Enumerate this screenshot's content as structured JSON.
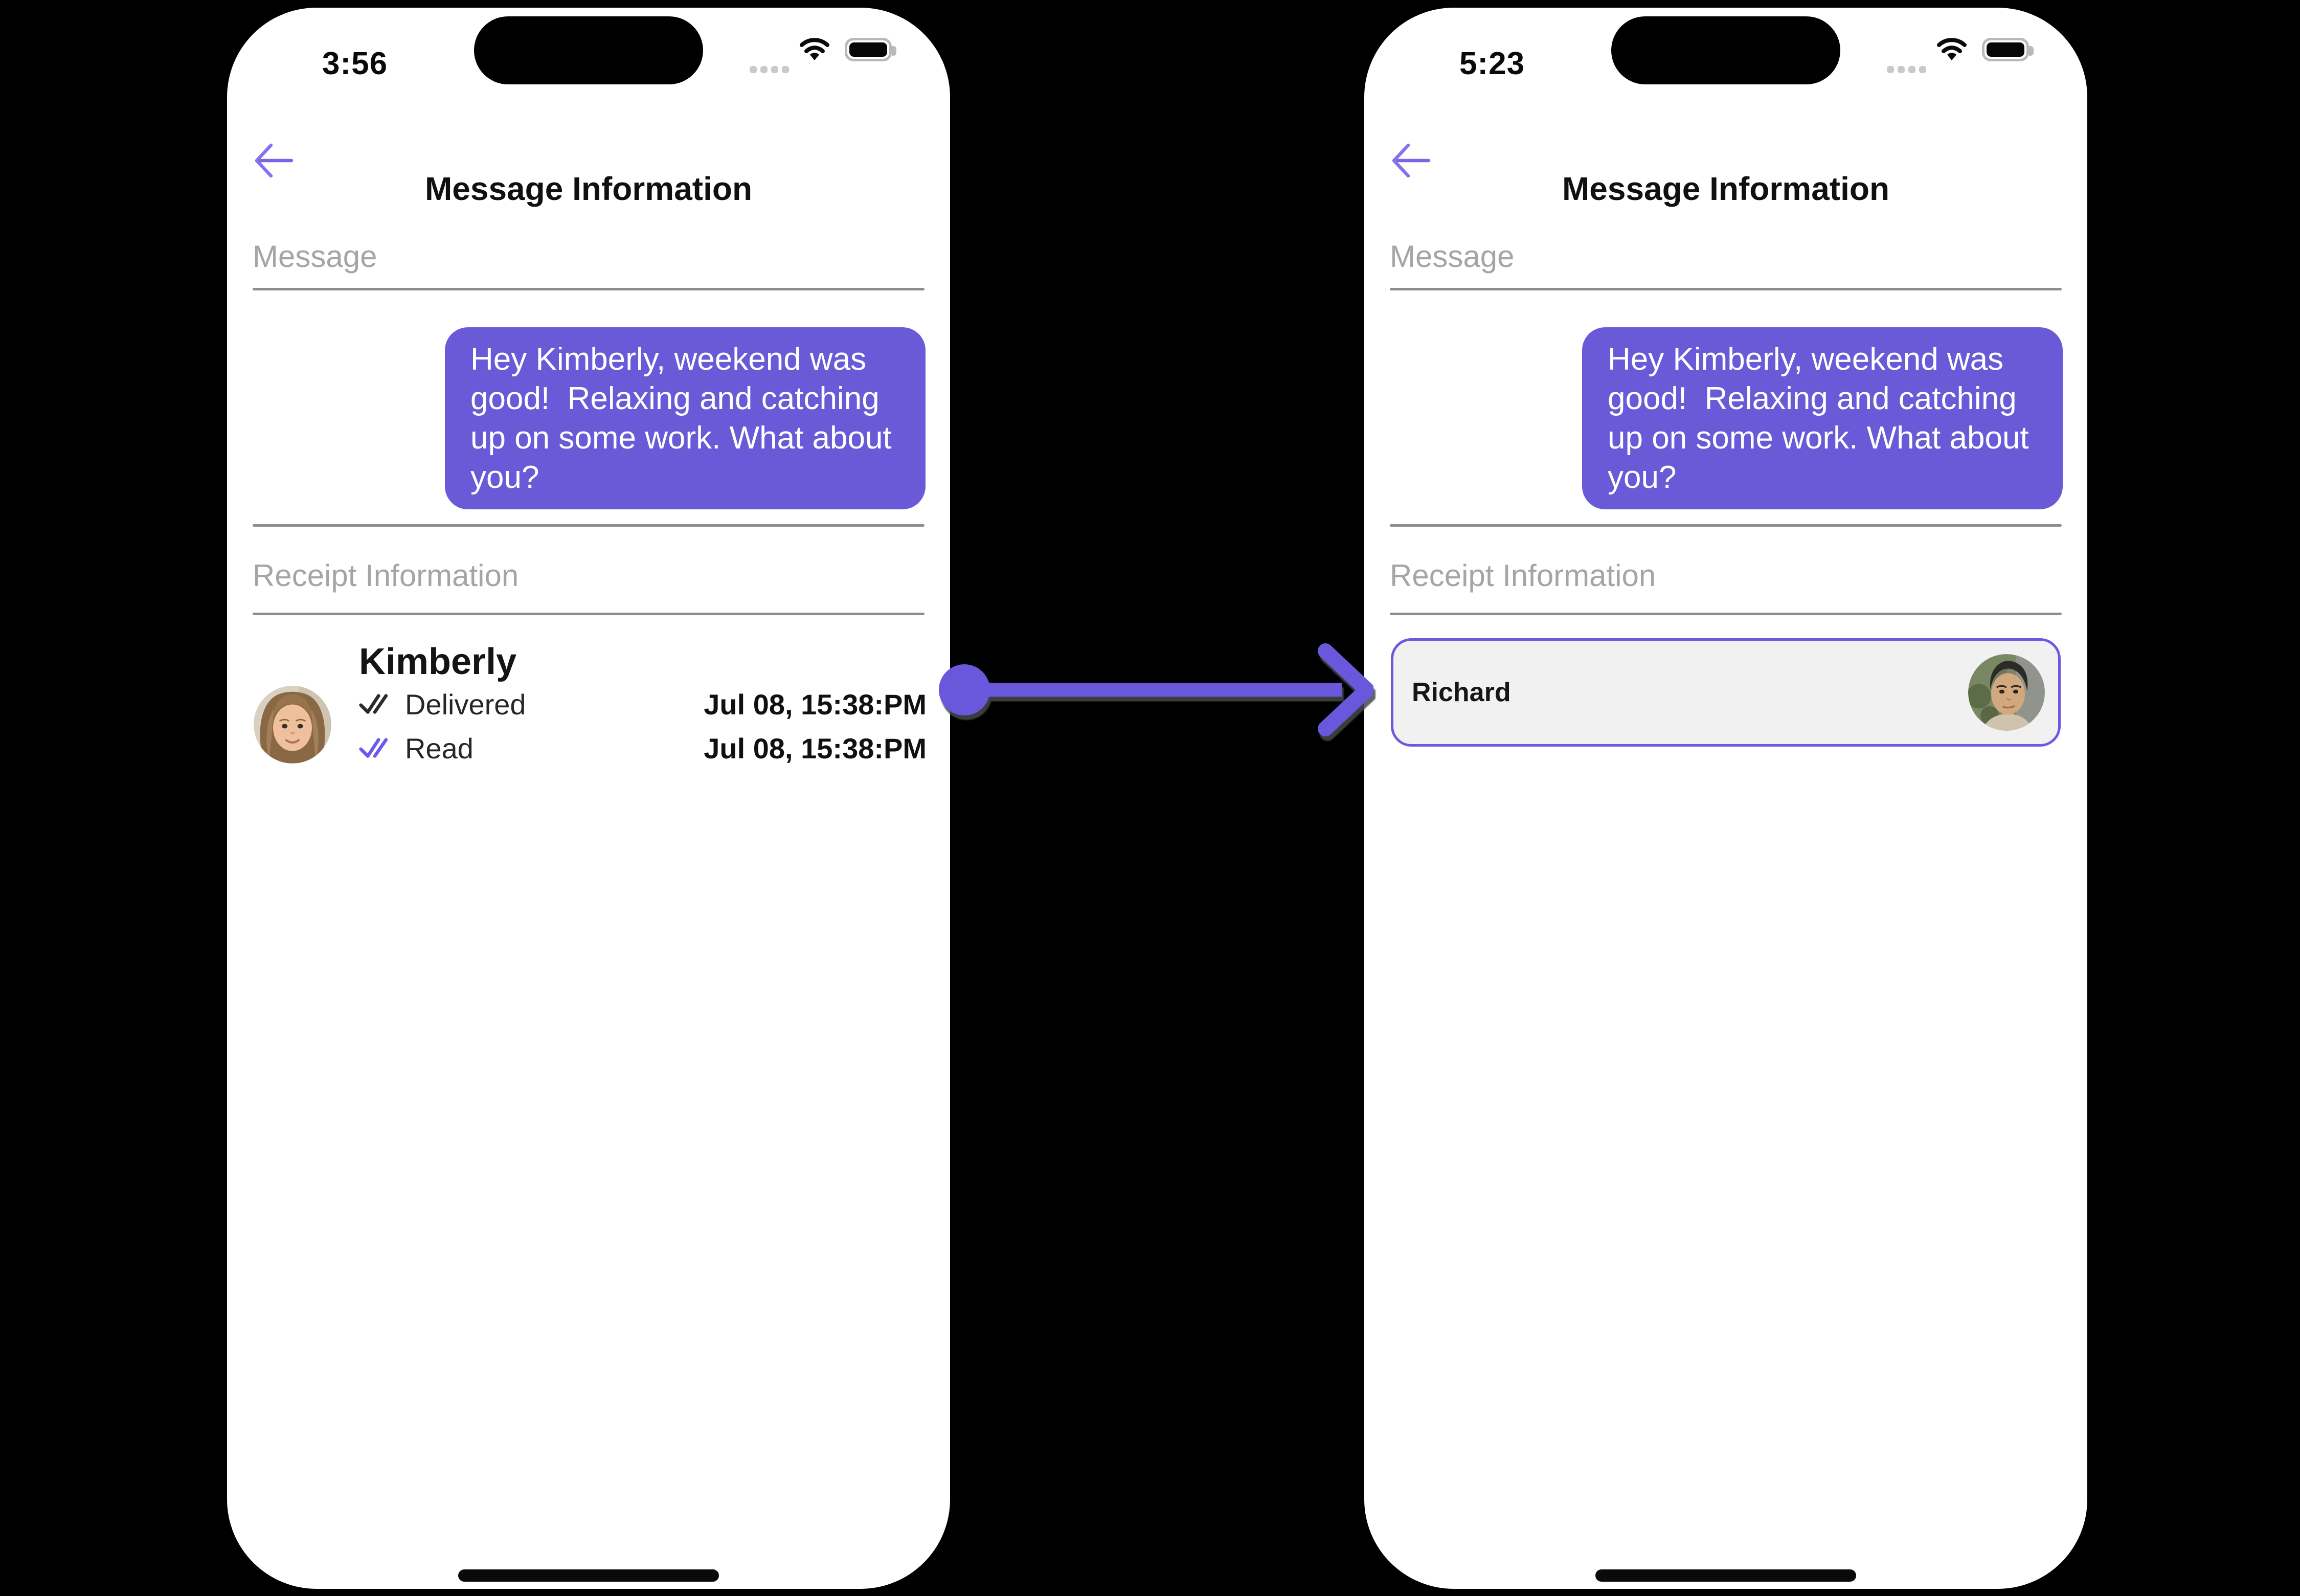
{
  "screens": {
    "left": {
      "time": "3:56",
      "title": "Message Information",
      "message_label": "Message",
      "bubble_text": "Hey Kimberly, weekend was good!  Relaxing and catching up on some work. What about you?",
      "receipt_label": "Receipt Information",
      "contact_name": "Kimberly",
      "receipts": [
        {
          "status": "Delivered",
          "timestamp": "Jul 08, 15:38:PM"
        },
        {
          "status": "Read",
          "timestamp": "Jul 08, 15:38:PM"
        }
      ]
    },
    "right": {
      "time": "5:23",
      "title": "Message Information",
      "message_label": "Message",
      "bubble_text": "Hey Kimberly, weekend was good!  Relaxing and catching up on some work. What about you?",
      "receipt_label": "Receipt Information",
      "contact_name": "Richard"
    }
  },
  "icons": {
    "back-icon": "left-arrow",
    "delivered-check-icon": "double-check",
    "read-check-icon": "double-check",
    "cellular-signal-icon": "four-dots",
    "wifi-icon": "wifi-arcs",
    "battery-icon": "battery-full",
    "dynamic-island": "black-pill",
    "home-indicator": "bar",
    "flow-arrow": "circle-tail-right-arrow"
  },
  "colors": {
    "background": "#000000",
    "phone_bg": "#FFFFFF",
    "accent": "#6C5CE7",
    "bubble": "#6A5AD8",
    "back_arrow": "#7766E8",
    "delivered_check": "#2B2B2B",
    "read_check": "#6C5BE8",
    "section_label": "#A5A5A5",
    "divider": "#8D8D8D",
    "timestamp": "#101010",
    "card_bg": "#F1F1F1",
    "card_border": "#6B5AE0",
    "flow_arrow": "#6A58DC"
  }
}
